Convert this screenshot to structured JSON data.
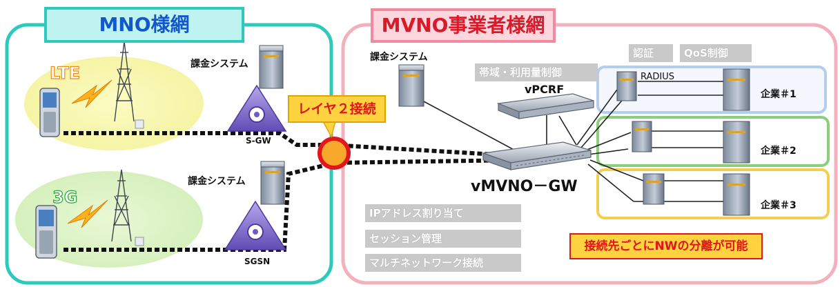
{
  "mno": {
    "title": "MNO様網",
    "lte_label": "LTE",
    "threeg_label": "3G",
    "billing_lte": "課金システム",
    "billing_3g": "課金システム",
    "sgw_label": "S-GW",
    "sgsn_label": "SGSN"
  },
  "mvno": {
    "title": "MVNO事業者様網",
    "billing": "課金システム",
    "auth_tag": "認証",
    "qos_tag": "QoS制御",
    "bandwidth_tag": "帯域・利用量制御",
    "vpcrf_label": "vPCRF",
    "radius_label": "RADIUS",
    "enterprise1": "企業＃1",
    "enterprise2": "企業＃2",
    "enterprise3": "企業＃3",
    "gw_label": "vMVNO－GW",
    "ip_tag": "IPアドレス割り当て",
    "session_tag": "セッション管理",
    "multi_tag": "マルチネットワーク接続",
    "separation_note": "接続先ごとにNWの分離が可能"
  },
  "layer2_label": "レイヤ２接続",
  "colors": {
    "mno_border": "#2ec9bd",
    "mvno_border": "#ef8aa0",
    "ent1_border": "#b3cdee",
    "ent2_border": "#8ccf7a",
    "ent3_border": "#f2cf53",
    "accent_red": "#e0161b",
    "accent_yellow": "#ffd23f"
  }
}
